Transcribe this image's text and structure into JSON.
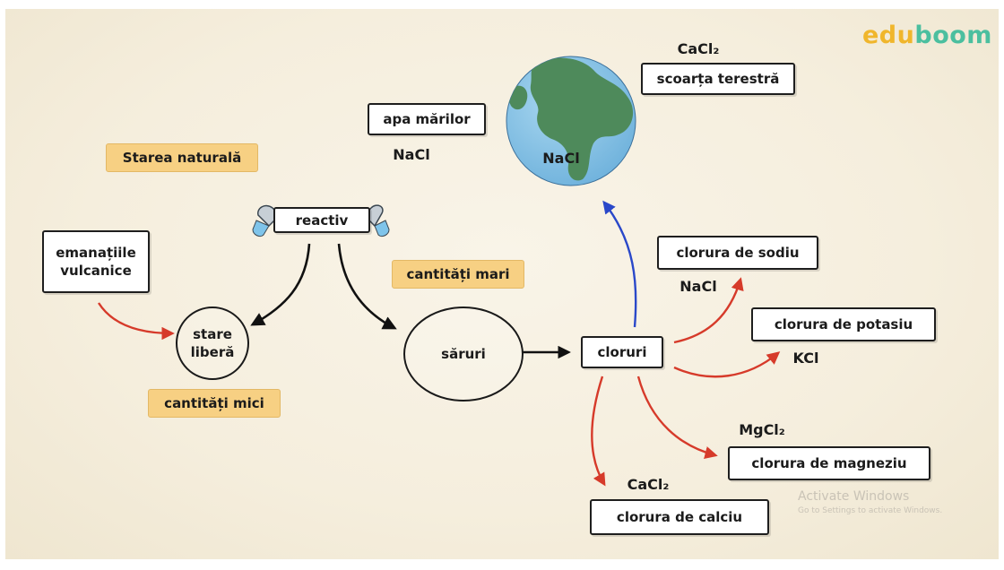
{
  "logo": {
    "part1": "edu",
    "part2": "boom"
  },
  "title_tag": "Starea naturală",
  "nodes": {
    "emanatii": "emanațiile vulcanice",
    "reactiv": "reactiv",
    "stare_libera": "stare liberă",
    "cantitati_mici": "cantități mici",
    "cantitati_mari": "cantități mari",
    "saruri": "săruri",
    "cloruri": "cloruri",
    "apa_marilor": "apa mărilor",
    "scoarta": "scoarța terestră",
    "clorura_sodiu": "clorura de sodiu",
    "clorura_potasiu": "clorura de potasiu",
    "clorura_magneziu": "clorura de magneziu",
    "clorura_calciu": "clorura de calciu"
  },
  "formulas": {
    "nacl_sea": "NaCl",
    "cacl2_crust": "CaCl₂",
    "nacl_globe": "NaCl",
    "nacl_sodium": "NaCl",
    "kcl": "KCl",
    "mgcl2": "MgCl₂",
    "cacl2_calcium": "CaCl₂"
  },
  "watermark": {
    "line1": "Activate Windows",
    "line2": "Go to Settings to activate Windows."
  },
  "colors": {
    "red_arrow": "#d63a2a",
    "blue_arrow": "#2a48c9",
    "black_arrow": "#111111",
    "tag_fill": "#f7d083",
    "ocean": "#87c2e4",
    "land": "#4e8a5b"
  }
}
